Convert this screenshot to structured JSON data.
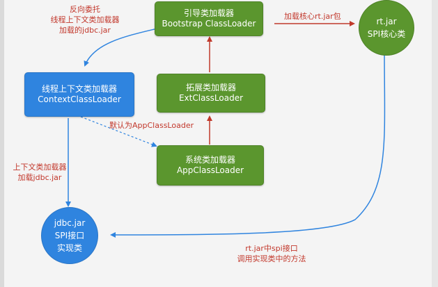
{
  "nodes": {
    "bootstrap": {
      "line1": "引导类加载器",
      "line2": "Bootstrap ClassLoader"
    },
    "ext": {
      "line1": "拓展类加载器",
      "line2": "ExtClassLoader"
    },
    "app": {
      "line1": "系统类加载器",
      "line2": "AppClassLoader"
    },
    "context": {
      "line1": "线程上下文类加载器",
      "line2": "ContextClassLoader"
    },
    "rtjar": {
      "line1": "rt.jar",
      "line2": "SPI核心类"
    },
    "jdbcjar": {
      "line1": "jdbc.jar",
      "line2": "SPI接口",
      "line3": "实现类"
    }
  },
  "labels": {
    "delegate": {
      "line1": "反向委托",
      "line2": "线程上下文类加载器",
      "line3": "加载的jdbc.jar"
    },
    "load_core": "加载核心rt.jar包",
    "default_app": "默认为AppClassLoader",
    "context_load": {
      "line1": "上下文类加载器",
      "line2": "加载jdbc.jar"
    },
    "spi_call": {
      "line1": "rt.jar中spi接口",
      "line2": "调用实现类中的方法"
    }
  },
  "colors": {
    "green": "#5b962e",
    "blue": "#2f84df",
    "label_red": "#c2382c",
    "arrow_red": "#c0392b",
    "arrow_blue": "#2f84df"
  }
}
